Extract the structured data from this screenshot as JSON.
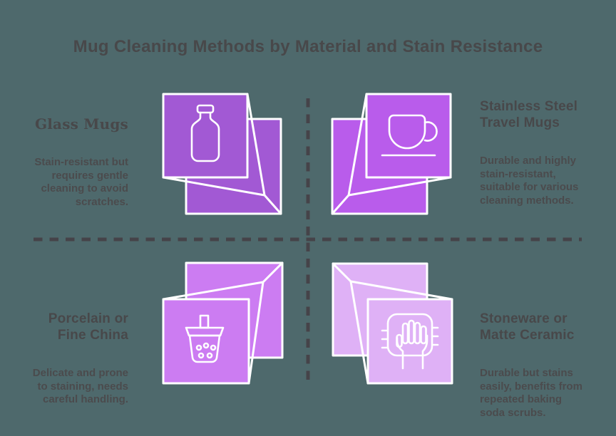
{
  "title": "Mug Cleaning Methods by Material and Stain Resistance",
  "colors": {
    "background": "#4e696c",
    "title_text": "#48484a",
    "heading_text": "#48484a",
    "body_text": "#4b4b4d",
    "divider_dash": "#454349",
    "icon_stroke": "#ffffff",
    "quadrant_1_purple": "#a259d4",
    "quadrant_2_purple": "#b95ceb",
    "quadrant_3_purple": "#cc7cf2",
    "quadrant_4_purple": "#dfb1f6"
  },
  "quadrants": [
    {
      "heading": "Glass Mugs",
      "body": "Stain-resistant but\nrequires gentle\ncleaning to avoid\nscratches.",
      "icon": "milk-bottle-icon",
      "color": "#a259d4"
    },
    {
      "heading": "Stainless Steel\nTravel Mugs",
      "body": "Durable and highly\nstain-resistant,\nsuitable for various\ncleaning methods.",
      "icon": "coffee-cup-icon",
      "color": "#b95ceb"
    },
    {
      "heading": "Porcelain or\nFine China",
      "body": "Delicate and prone\nto staining, needs\ncareful handling.",
      "icon": "bubble-tea-cup-icon",
      "color": "#cc7cf2"
    },
    {
      "heading": "Stoneware or\nMatte Ceramic",
      "body": "Durable but stains\neasily, benefits from\nrepeated baking\nsoda scrubs.",
      "icon": "hand-scrub-icon",
      "color": "#dfb1f6"
    }
  ]
}
